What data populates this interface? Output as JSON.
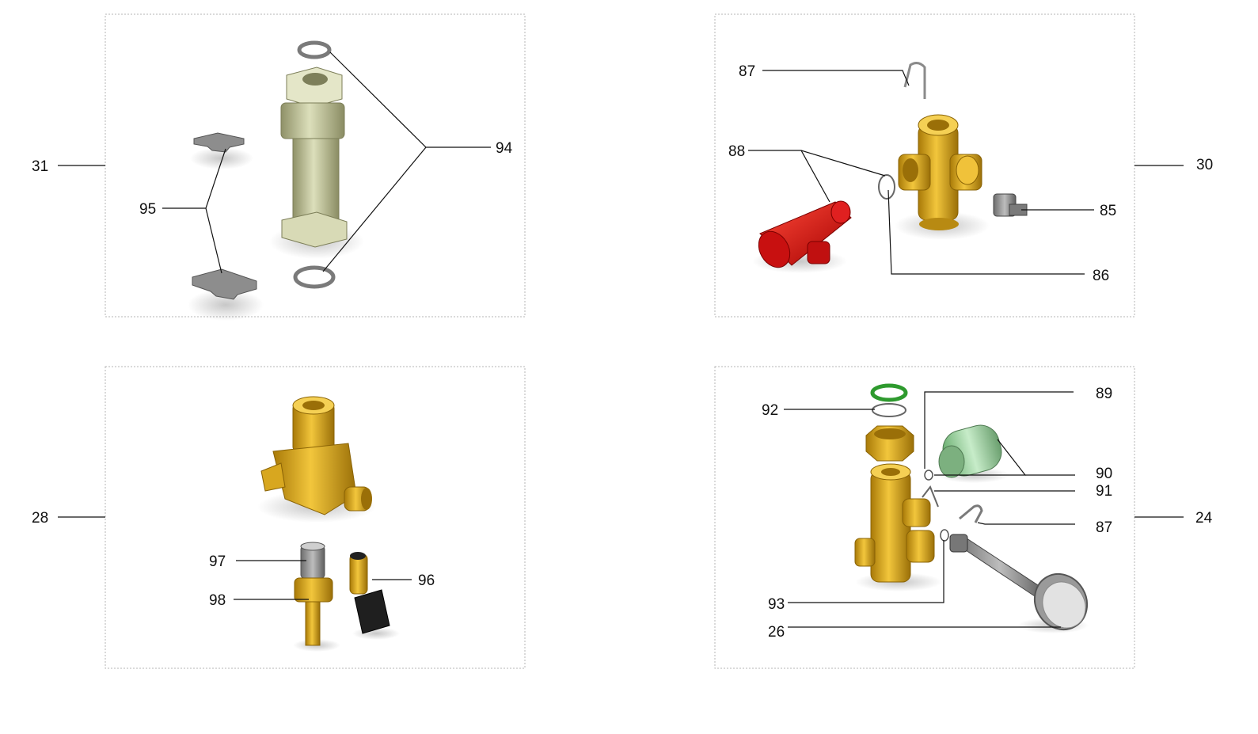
{
  "panels": [
    {
      "id": "top-left",
      "group_label": "31",
      "part_labels": [
        "94",
        "95"
      ]
    },
    {
      "id": "top-right",
      "group_label": "30",
      "part_labels": [
        "87",
        "88",
        "85",
        "86"
      ]
    },
    {
      "id": "bottom-left",
      "group_label": "28",
      "part_labels": [
        "97",
        "98",
        "96"
      ]
    },
    {
      "id": "bottom-right",
      "group_label": "24",
      "part_labels": [
        "92",
        "89",
        "90",
        "91",
        "87",
        "93",
        "26"
      ]
    }
  ],
  "colors": {
    "brass": "#d8a71f",
    "brass_dark": "#9a6f08",
    "red": "#d40f0f",
    "green_ring": "#2e9a2e",
    "green_vessel": "#9fd4a3",
    "olive_filter": "#c4c79e",
    "grey_metal": "#8a8a8a",
    "frame": "#b5b5b5"
  }
}
